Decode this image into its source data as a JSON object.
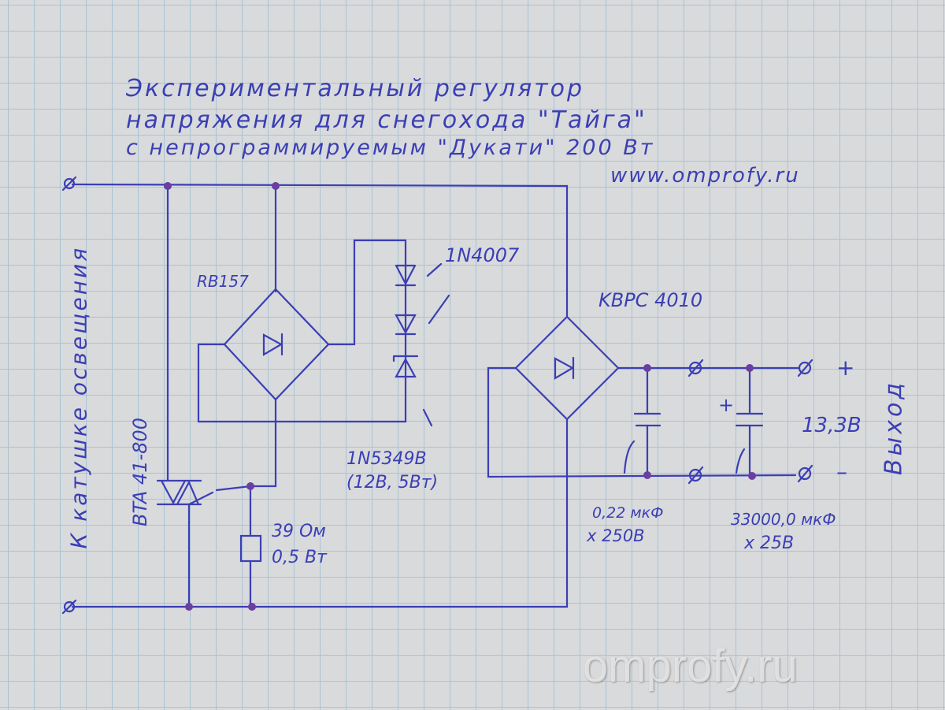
{
  "title": {
    "line1": "Экспериментальный регулятор",
    "line2": "напряжения для снегохода \"Тайга\"",
    "line3": "с непрограммируемым \"Дукати\" 200 Вт",
    "url": "www.omprofy.ru"
  },
  "labels": {
    "input": "К катушке освещения",
    "bridge_small": "RB157",
    "diode": "1N4007",
    "zener": "1N5349B",
    "zener_spec": "(12В, 5Вт)",
    "triac": "BTA 41-800",
    "resistor_value": "39 Ом",
    "resistor_power": "0,5 Вт",
    "bridge_big": "KBPC 4010",
    "cap1_value": "0,22 мкФ",
    "cap1_voltage": "х 250В",
    "cap2_value": "33000,0 мкФ",
    "cap2_voltage": "х 25В",
    "cap2_polarity": "+",
    "output_voltage": "13,3В",
    "output_plus": "+",
    "output_minus": "–",
    "output": "Выход"
  },
  "watermark": "omprofy.ru",
  "colors": {
    "ink": "#3b3fb4",
    "paper": "#d9dadc",
    "grid": "#a9c3d4"
  }
}
